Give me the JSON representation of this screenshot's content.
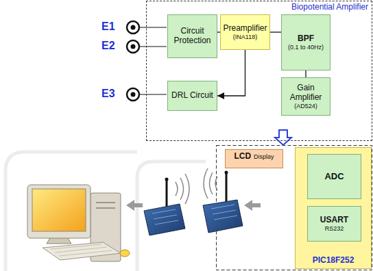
{
  "diagram": {
    "nodes": [
      {
        "text": [
          "Biopotential Amplifier"
        ]
      },
      {
        "text": [
          "Circuit Protection"
        ],
        "in": 0
      },
      {
        "text": [
          "Preamplifier",
          "(INA118)"
        ],
        "in": 0
      },
      {
        "text": [
          "BPF",
          "(0.1 to 40Hz)"
        ],
        "in": 0
      },
      {
        "text": [
          "Gain Amplifier",
          "(AD524)"
        ],
        "in": 0
      },
      {
        "text": [
          "DRL Circuit"
        ],
        "in": 0
      },
      {
        "text": [
          "LCD",
          "Display"
        ]
      },
      {
        "text": [
          "PIC18F252"
        ]
      },
      {
        "text": [
          "ADC"
        ],
        "in": 7
      },
      {
        "text": [
          "USART",
          "RS232"
        ],
        "in": 7
      }
    ],
    "edges": [
      {
        "from": 1,
        "to": 2,
        "arrow": "none"
      },
      {
        "from": 2,
        "to": 3,
        "arrow": "none"
      },
      {
        "from": 3,
        "to": 4,
        "arrow": "none"
      },
      {
        "from": 2,
        "to": 5,
        "arrow": "to"
      }
    ],
    "labels": [
      "E1",
      "E2",
      "E3"
    ]
  }
}
